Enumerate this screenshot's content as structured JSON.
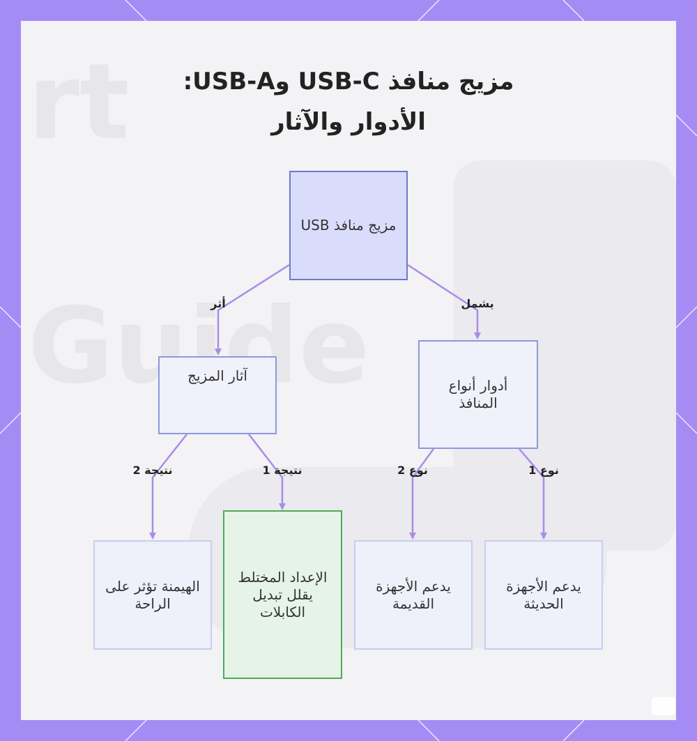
{
  "title": {
    "line1": "مزيج منافذ USB-C وUSB-A:",
    "line2": "الأدوار والآثار"
  },
  "nodes": {
    "root": "مزيج منافذ USB",
    "roles": "أدوار أنواع المنافذ",
    "effects": "آثار المزيج",
    "modern": "يدعم الأجهزة الحديثة",
    "legacy": "يدعم الأجهزة القديمة",
    "mixed": "الإعداد المختلط يقلل تبديل الكابلات",
    "dominance": "الهيمنة تؤثر على الراحة"
  },
  "edges": {
    "includes": "يشمل",
    "effect": "أثر",
    "type1": "نوع 1",
    "type2": "نوع 2",
    "result1": "نتيجة 1",
    "result2": "نتيجة 2"
  },
  "colors": {
    "border": "#a58cf5",
    "edge": "#a98ce8",
    "root_fill": "#dadcfb",
    "green_fill": "#e6f3e7"
  }
}
